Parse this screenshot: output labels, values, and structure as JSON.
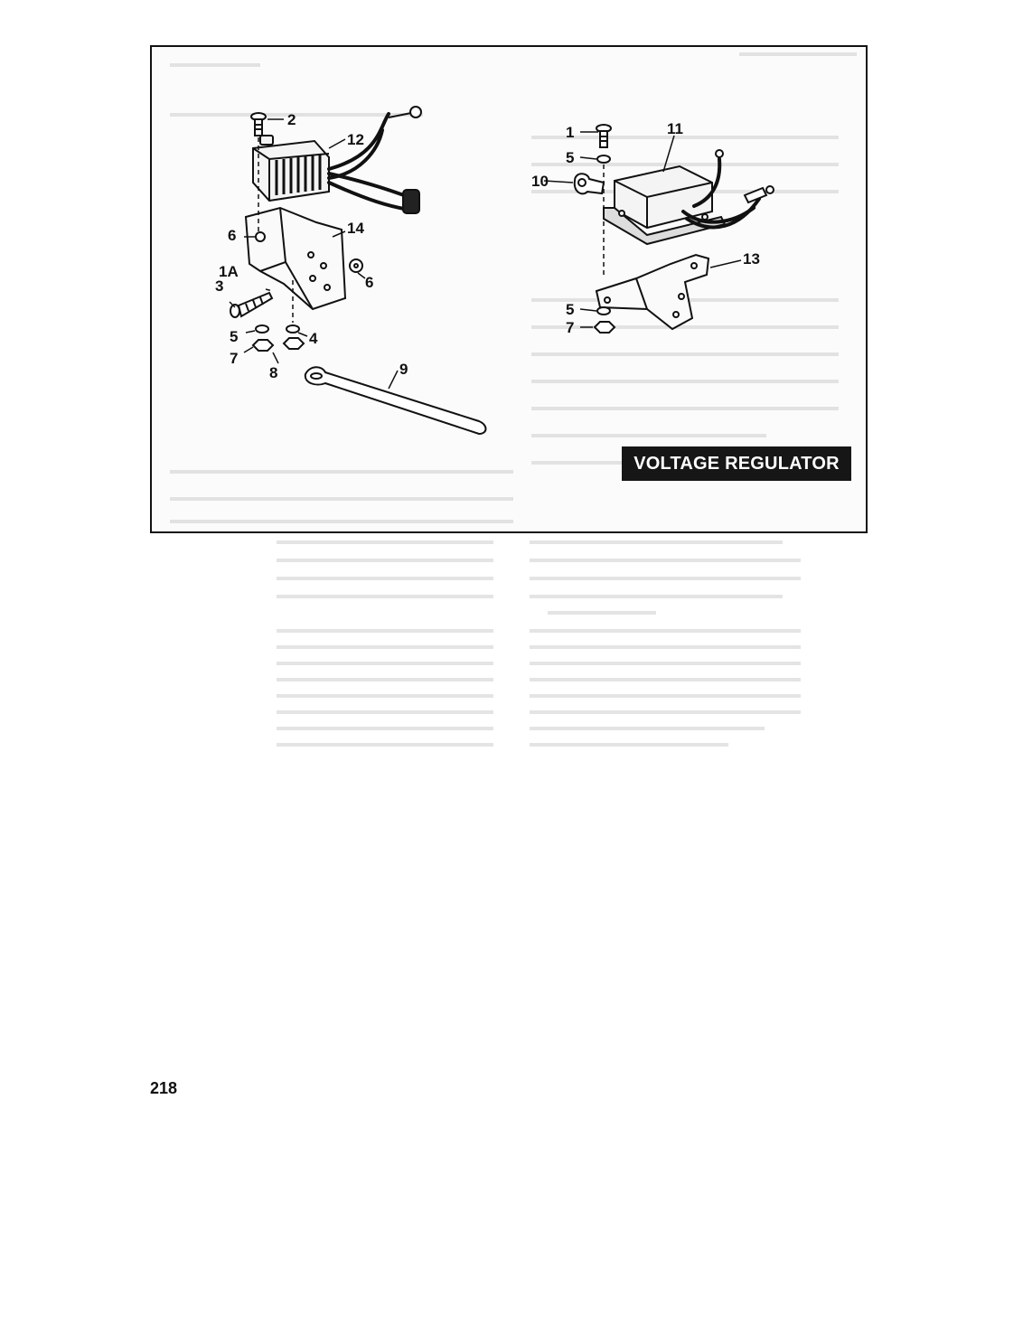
{
  "figure": {
    "title": "VOLTAGE REGULATOR",
    "callouts": {
      "c1": "1",
      "c1a": "1A",
      "c2": "2",
      "c3": "3",
      "c4": "4",
      "c5l": "5",
      "c6a": "6",
      "c6b": "6",
      "c7l": "7",
      "c8": "8",
      "c9": "9",
      "c10": "10",
      "c11": "11",
      "c12": "12",
      "c13": "13",
      "c14": "14",
      "c5r": "5",
      "c5r2": "5",
      "c7r": "7"
    }
  },
  "page": {
    "number": "218"
  },
  "colors": {
    "ink": "#111111",
    "banner_bg": "#161616",
    "banner_fg": "#ffffff",
    "ghost": "#d9d9d9"
  }
}
